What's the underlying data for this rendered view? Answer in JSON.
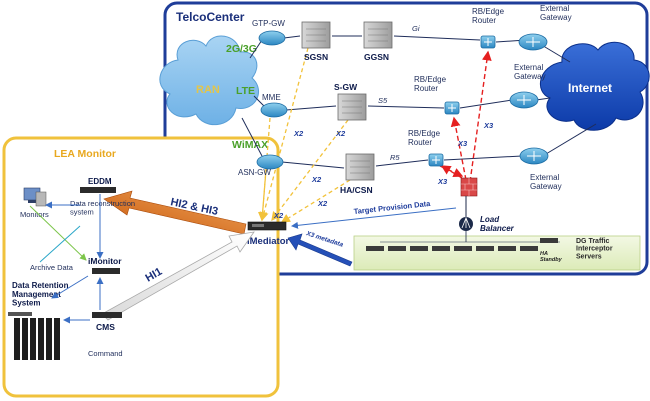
{
  "telco_center": {
    "title": "TelcoCenter",
    "access": [
      "2G/3G",
      "LTE",
      "WiMAX"
    ],
    "ran": "RAN",
    "nodes": {
      "gtp_gw": "GTP-GW",
      "sgsn": "SGSN",
      "ggsn": "GGSN",
      "mme": "MME",
      "sgw": "S-GW",
      "asn_gw": "ASN-GW",
      "ha_csn": "HA/CSN",
      "router1": "RB/Edge\nRouter",
      "router2": "RB/Edge\nRouter",
      "router3": "RB/Edge\nRouter",
      "gw1": "External\nGateway",
      "gw2": "External\nGateway",
      "gw3": "External\nGateway",
      "internet": "Internet",
      "imediator": "iMediator",
      "load_balancer": "Load\nBalancer",
      "dg_traffic": "DG Traffic\nInterceptor\nServers",
      "ha_standby": "HA\nStandby"
    },
    "interfaces": {
      "gi": "Gi",
      "s5": "S5",
      "r5": "R5",
      "x2": "X2",
      "x3": "X3",
      "x3_metadata": "X3 metadata",
      "target_provision": "Target Provision Data"
    }
  },
  "lea_monitor": {
    "title": "LEA Monitor",
    "eddm": "EDDM",
    "data_recon": "Data reconstruction\nsystem",
    "monitors": "Monitors",
    "archive": "Archive Data",
    "imonitor": "iMonitor",
    "drms": "Data Retention\nManagement\nSystem",
    "cms": "CMS",
    "command": "Command"
  },
  "links": {
    "hi2_hi3": "HI2 & HI3",
    "hi1": "HI1"
  }
}
